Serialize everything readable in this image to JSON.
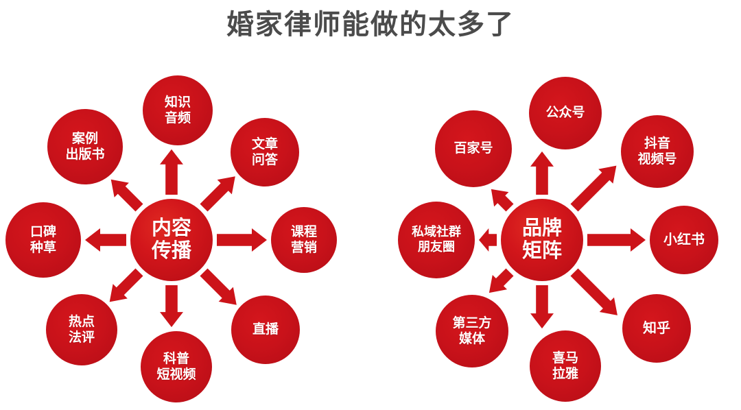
{
  "page": {
    "title": "婚家律师能做的太多了",
    "brand_red": "#c9121a",
    "title_color": "#4b4b4b",
    "background": "#ffffff"
  },
  "diagrams": [
    {
      "id": "content-distribution",
      "center": {
        "lines": [
          "内容",
          "传播"
        ]
      },
      "nodes": [
        {
          "key": "knowledge-audio",
          "lines": [
            "知识",
            "音频"
          ],
          "direction": "up"
        },
        {
          "key": "article-qa",
          "lines": [
            "文章",
            "问答"
          ],
          "direction": "up-right"
        },
        {
          "key": "course-marketing",
          "lines": [
            "课程",
            "营销"
          ],
          "direction": "right"
        },
        {
          "key": "livestream",
          "lines": [
            "直播"
          ],
          "direction": "down-right"
        },
        {
          "key": "science-shorts",
          "lines": [
            "科普",
            "短视频"
          ],
          "direction": "down"
        },
        {
          "key": "hot-legal-review",
          "lines": [
            "热点",
            "法评"
          ],
          "direction": "down-left"
        },
        {
          "key": "word-of-mouth",
          "lines": [
            "口碑",
            "种草"
          ],
          "direction": "left"
        },
        {
          "key": "case-book",
          "lines": [
            "案例",
            "出版书"
          ],
          "direction": "up-left"
        }
      ]
    },
    {
      "id": "brand-matrix",
      "center": {
        "lines": [
          "品牌",
          "矩阵"
        ]
      },
      "nodes": [
        {
          "key": "wechat-official",
          "lines": [
            "公众号"
          ],
          "direction": "up"
        },
        {
          "key": "douyin-channels",
          "lines": [
            "抖音",
            "视频号"
          ],
          "direction": "up-right"
        },
        {
          "key": "xiaohongshu",
          "lines": [
            "小红书"
          ],
          "direction": "right"
        },
        {
          "key": "zhihu",
          "lines": [
            "知乎"
          ],
          "direction": "down-right"
        },
        {
          "key": "ximalaya",
          "lines": [
            "喜马",
            "拉雅"
          ],
          "direction": "down"
        },
        {
          "key": "third-party-media",
          "lines": [
            "第三方",
            "媒体"
          ],
          "direction": "down-left"
        },
        {
          "key": "private-community",
          "lines": [
            "私域社群",
            "朋友圈"
          ],
          "direction": "left"
        },
        {
          "key": "baijiahao",
          "lines": [
            "百家号"
          ],
          "direction": "up-left"
        }
      ]
    }
  ]
}
